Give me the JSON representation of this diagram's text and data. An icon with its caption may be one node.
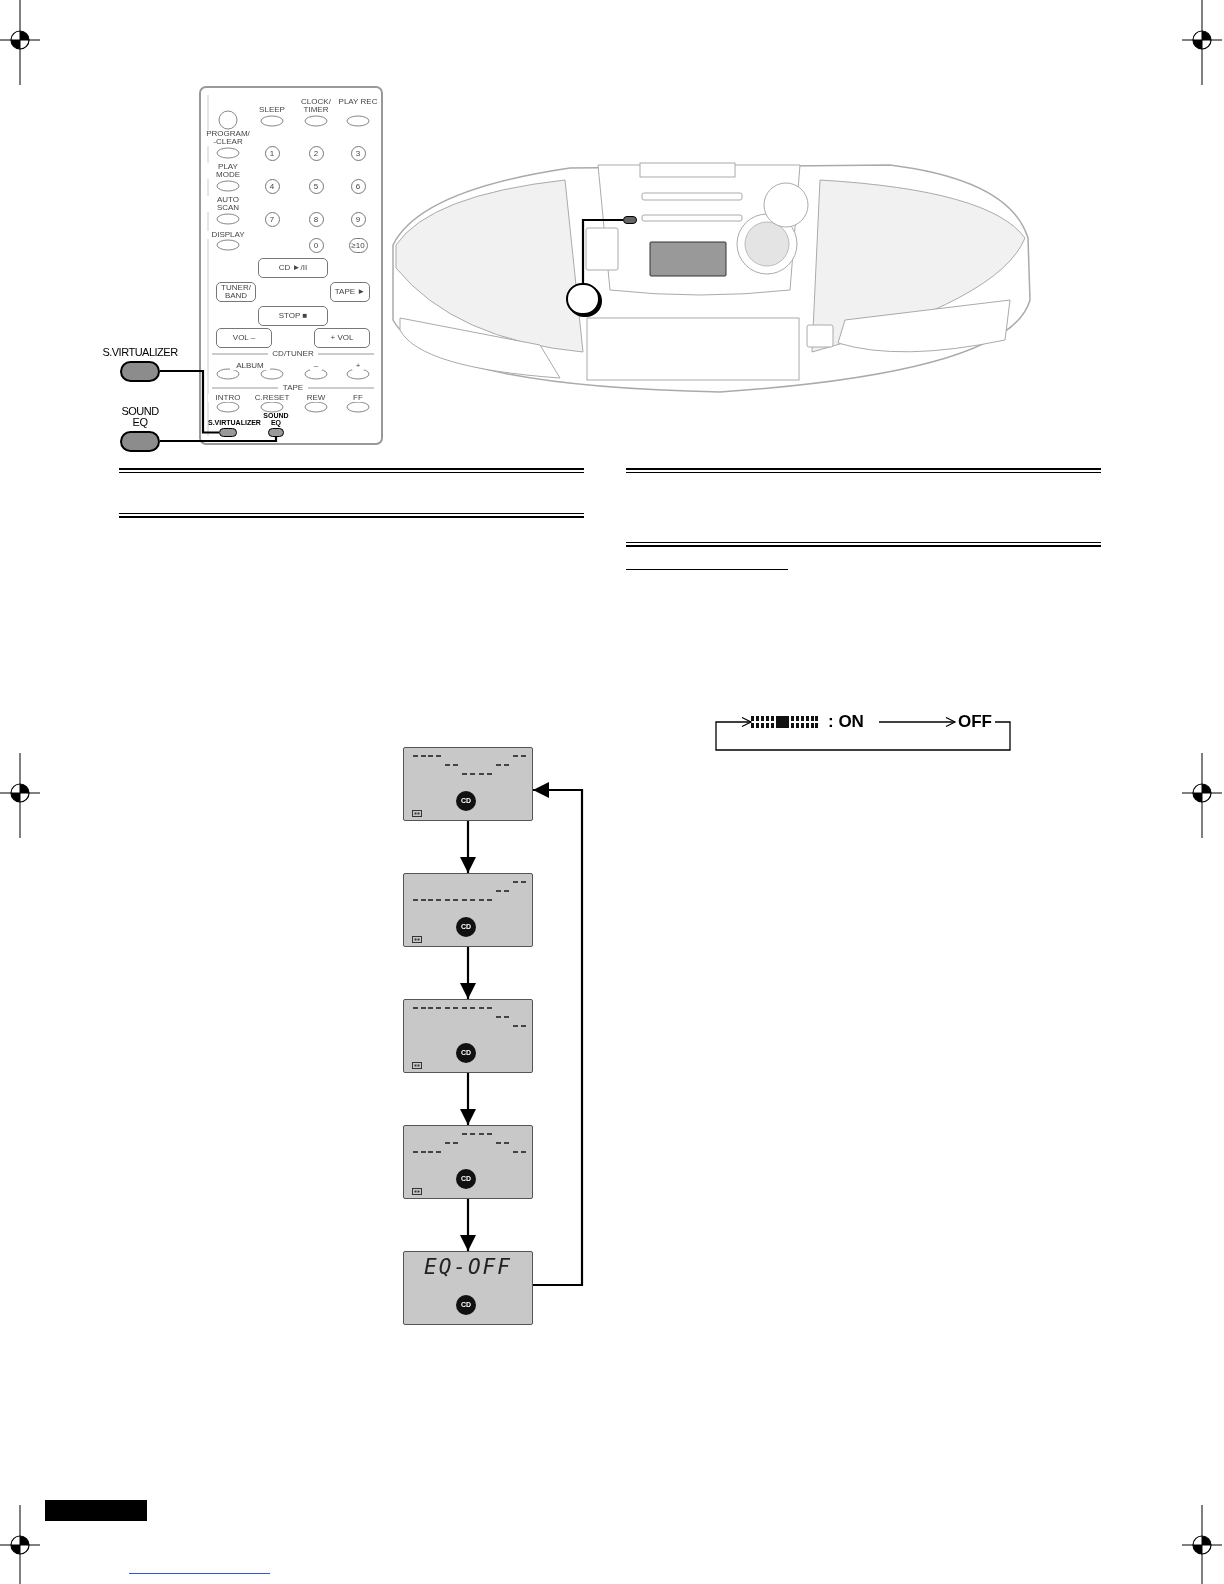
{
  "diagram": {
    "nodes": [
      {
        "text": [
          "S.VIRTUALIZER"
        ]
      },
      {
        "text": [],
        "shape": "circle",
        "beside": [
          "S.VIRTUALIZER"
        ]
      },
      {
        "text": [
          "SOUND EQ"
        ]
      },
      {
        "text": [],
        "shape": "circle",
        "beside": [
          "SOUND EQ"
        ]
      },
      {
        "text": [],
        "shape": "circle"
      },
      {
        "text": [],
        "shape": "circle"
      },
      {
        "text": [
          "CD"
        ]
      },
      {
        "text": [
          "CD"
        ]
      },
      {
        "text": [
          "CD"
        ]
      },
      {
        "text": [
          "CD"
        ]
      },
      {
        "text": [
          "EQ-OFF",
          "CD"
        ]
      },
      {
        "text": [
          ": ON"
        ]
      },
      {
        "text": [
          "OFF"
        ]
      }
    ],
    "edges": [
      {
        "from": 0,
        "to": 1,
        "arrow": "none"
      },
      {
        "from": 2,
        "to": 3,
        "arrow": "none"
      },
      {
        "from": 4,
        "to": 5,
        "arrow": "none"
      },
      {
        "from": 6,
        "to": 7,
        "arrow": "to"
      },
      {
        "from": 7,
        "to": 8,
        "arrow": "to"
      },
      {
        "from": 8,
        "to": 9,
        "arrow": "to"
      },
      {
        "from": 9,
        "to": 10,
        "arrow": "to"
      },
      {
        "from": 10,
        "to": 6,
        "arrow": "to"
      },
      {
        "from": 11,
        "to": 12,
        "arrow": "to"
      },
      {
        "from": 12,
        "to": 11,
        "arrow": "to"
      }
    ],
    "labels": [
      "SLEEP",
      "CLOCK/ TIMER",
      "PLAY REC",
      "PROGRAM/ -CLEAR",
      "1",
      "2",
      "3",
      "PLAY MODE",
      "4",
      "5",
      "6",
      "AUTO SCAN",
      "7",
      "8",
      "9",
      "DISPLAY",
      "0",
      "≥10",
      "CD ►/II",
      "TUNER/ BAND",
      "TAPE ►",
      "STOP ■",
      "VOL –",
      "+ VOL",
      "CD/TUNER",
      "ALBUM",
      "–",
      "+",
      "TAPE",
      "INTRO",
      "C.RESET",
      "REW",
      "FF"
    ]
  }
}
